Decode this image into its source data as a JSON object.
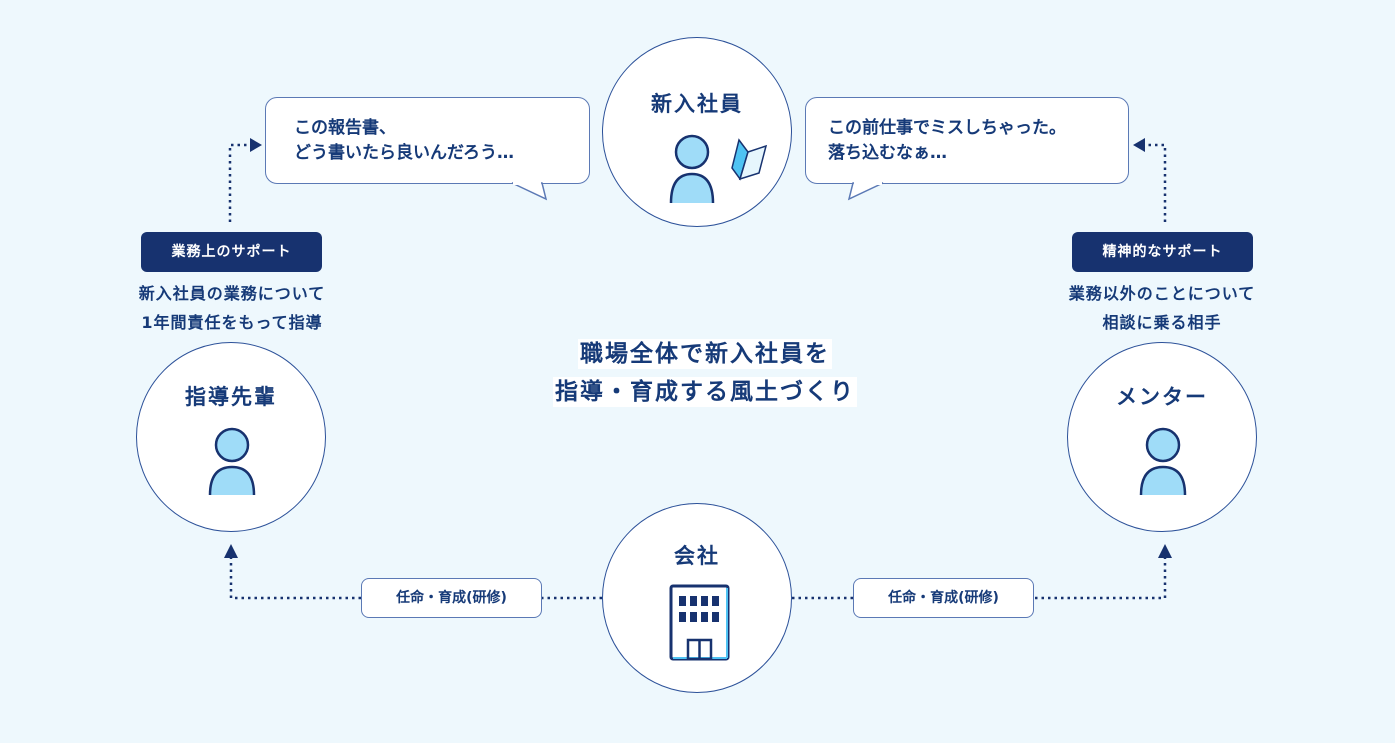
{
  "center": {
    "line1": "職場全体で新入社員を",
    "line2": "指導・育成する風土づくり"
  },
  "nodes": {
    "newcomer": {
      "title": "新入社員",
      "icon": "person-with-beginner-mark-icon"
    },
    "senior": {
      "title": "指導先輩",
      "icon": "person-icon"
    },
    "mentor": {
      "title": "メンター",
      "icon": "person-icon"
    },
    "company": {
      "title": "会社",
      "icon": "building-icon"
    }
  },
  "bubbles": {
    "left": {
      "line1": "この報告書、",
      "line2": "どう書いたら良いんだろう…"
    },
    "right": {
      "line1": "この前仕事でミスしちゃった。",
      "line2": "落ち込むなぁ…"
    }
  },
  "supports": {
    "left": {
      "badge": "業務上のサポート",
      "line1": "新入社員の業務について",
      "line2": "1年間責任をもって指導"
    },
    "right": {
      "badge": "精神的なサポート",
      "line1": "業務以外のことについて",
      "line2": "相談に乗る相手"
    }
  },
  "pills": {
    "left": "任命・育成(研修)",
    "right": "任命・育成(研修)"
  },
  "colors": {
    "navy": "#17326f",
    "light_blue": "#9fdcf8",
    "background": "#eef8fd"
  }
}
